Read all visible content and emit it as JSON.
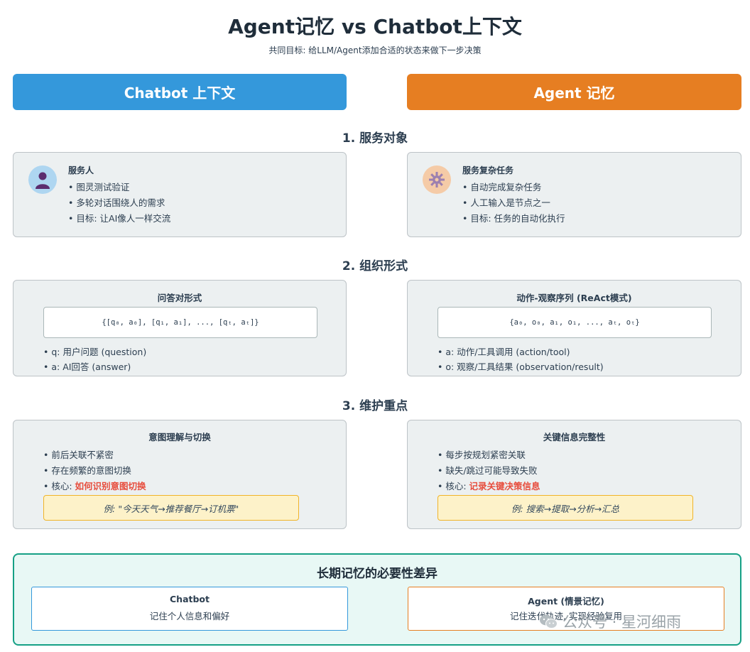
{
  "title": "Agent记忆 vs Chatbot上下文",
  "subtitle": "共同目标: 给LLM/Agent添加合适的状态来做下一步决策",
  "headers": {
    "left": "Chatbot 上下文",
    "right": "Agent 记忆"
  },
  "sections": [
    "1. 服务对象",
    "2. 组织形式",
    "3. 维护重点"
  ],
  "service": {
    "left": {
      "icon": "person-icon",
      "title": "服务人",
      "items": [
        "• 图灵测试验证",
        "• 多轮对话围绕人的需求",
        "• 目标: 让AI像人一样交流"
      ]
    },
    "right": {
      "icon": "gear-icon",
      "title": "服务复杂任务",
      "items": [
        "• 自动完成复杂任务",
        "• 人工输入是节点之一",
        "• 目标: 任务的自动化执行"
      ]
    }
  },
  "organization": {
    "left": {
      "title": "问答对形式",
      "code": "{[q₀, a₀], [q₁, a₁], ..., [qₜ, aₜ]}",
      "items": [
        "• q: 用户问题 (question)",
        "• a: AI回答 (answer)"
      ]
    },
    "right": {
      "title": "动作-观察序列 (ReAct模式)",
      "code": "{a₀, o₀, a₁, o₁, ..., aₜ, oₜ}",
      "items": [
        "• a: 动作/工具调用 (action/tool)",
        "• o: 观察/工具结果 (observation/result)"
      ]
    }
  },
  "maintenance": {
    "left": {
      "title": "意图理解与切换",
      "items": [
        "• 前后关联不紧密",
        "• 存在频繁的意图切换"
      ],
      "core_label": "• 核心: ",
      "core_value": "如何识别意图切换",
      "example": "例: \"今天天气→推荐餐厅→订机票\""
    },
    "right": {
      "title": "关键信息完整性",
      "items": [
        "• 每步按规划紧密关联",
        "• 缺失/跳过可能导致失败"
      ],
      "core_label": "• 核心: ",
      "core_value": "记录关键决策信息",
      "example": "例: 搜索→提取→分析→汇总"
    }
  },
  "long_term": {
    "title": "长期记忆的必要性差异",
    "left": {
      "title": "Chatbot",
      "desc": "记住个人信息和偏好"
    },
    "right": {
      "title": "Agent (情景记忆)",
      "desc": "记住迭代轨迹, 实现经验复用"
    }
  },
  "watermark": {
    "icon": "wechat-icon",
    "text": "公众号 · 星河细雨"
  },
  "colors": {
    "chatbot": "#3498db",
    "agent": "#e67e22",
    "highlight": "#e74c3c",
    "long_term_border": "#16a085"
  }
}
